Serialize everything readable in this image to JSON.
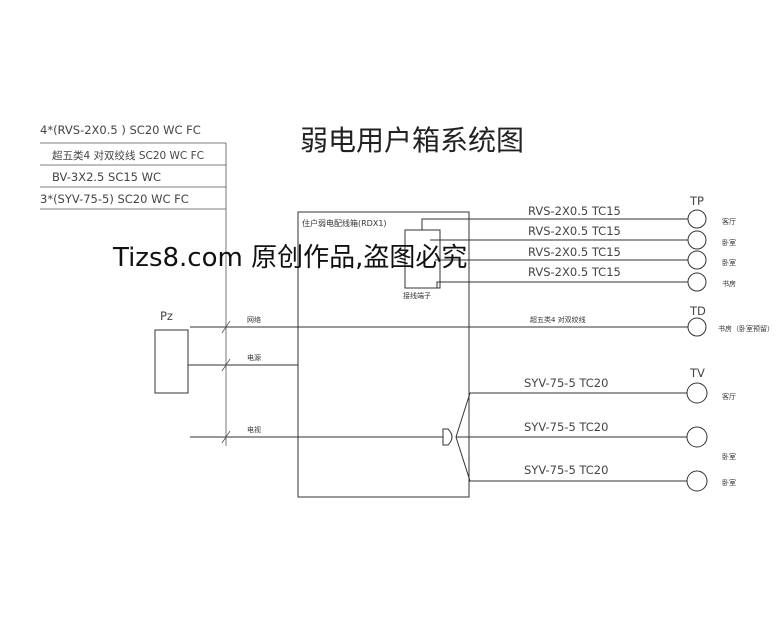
{
  "title": "弱电用户箱系统图",
  "watermark": "Tizs8.com 原创作品,盗图必究",
  "incoming": {
    "lines": [
      "4*(RVS-2X0.5 ) SC20  WC  FC",
      "超五类4 对双绞线       SC20   WC   FC",
      "BV-3X2.5   SC15   WC",
      "3*(SYV-75-5)  SC20   WC  FC"
    ]
  },
  "box": {
    "label": "住户弱电配线箱(RDX1)",
    "terminal_label": "接线端子"
  },
  "pz_label": "Pz",
  "feeds": {
    "network": "网络",
    "power": "电源",
    "cable_tv": "电视"
  },
  "tp": {
    "label": "TP",
    "cable": "RVS-2X0.5    TC15",
    "rooms": [
      "客厅",
      "卧室",
      "卧室",
      "书房"
    ]
  },
  "td": {
    "label": "TD",
    "cable": "超五类4 对双绞线",
    "room": "书房（卧室预留）"
  },
  "tv": {
    "label": "TV",
    "cable": "SYV-75-5    TC20",
    "rooms": [
      "客厅",
      "卧室",
      "卧室"
    ]
  }
}
